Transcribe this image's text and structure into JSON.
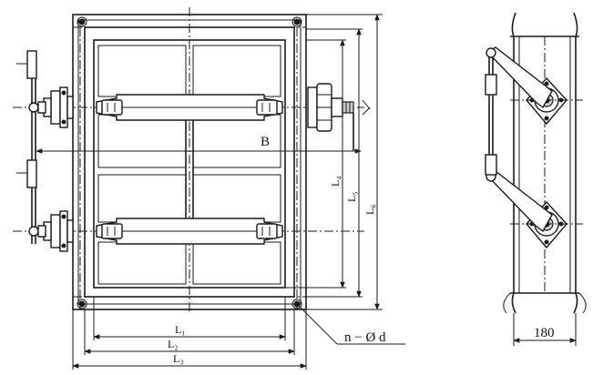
{
  "labels": {
    "B": "B",
    "L1": "L₁",
    "L2": "L₂",
    "L3": "L₃",
    "L4": "L₄",
    "L5": "L₅",
    "L6": "L₆",
    "hole_spec": "n − Ø d",
    "depth": "180"
  }
}
